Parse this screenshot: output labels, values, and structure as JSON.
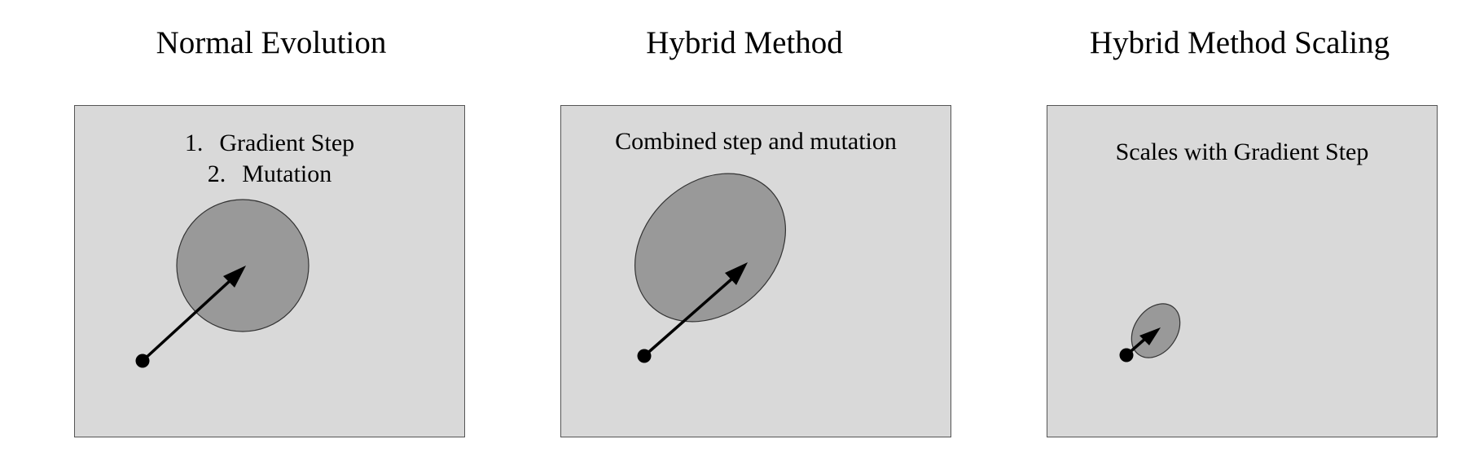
{
  "panels": [
    {
      "title": "Normal Evolution",
      "steps": [
        {
          "number": "1.",
          "label": "Gradient Step"
        },
        {
          "number": "2.",
          "label": "Mutation"
        }
      ]
    },
    {
      "title": "Hybrid Method",
      "description": "Combined step and mutation"
    },
    {
      "title": "Hybrid Method Scaling",
      "description": "Scales with Gradient Step"
    }
  ],
  "colors": {
    "panel_background": "#d9d9d9",
    "mutation_region": "#999999",
    "outline": "#555555",
    "arrow": "#000000"
  }
}
